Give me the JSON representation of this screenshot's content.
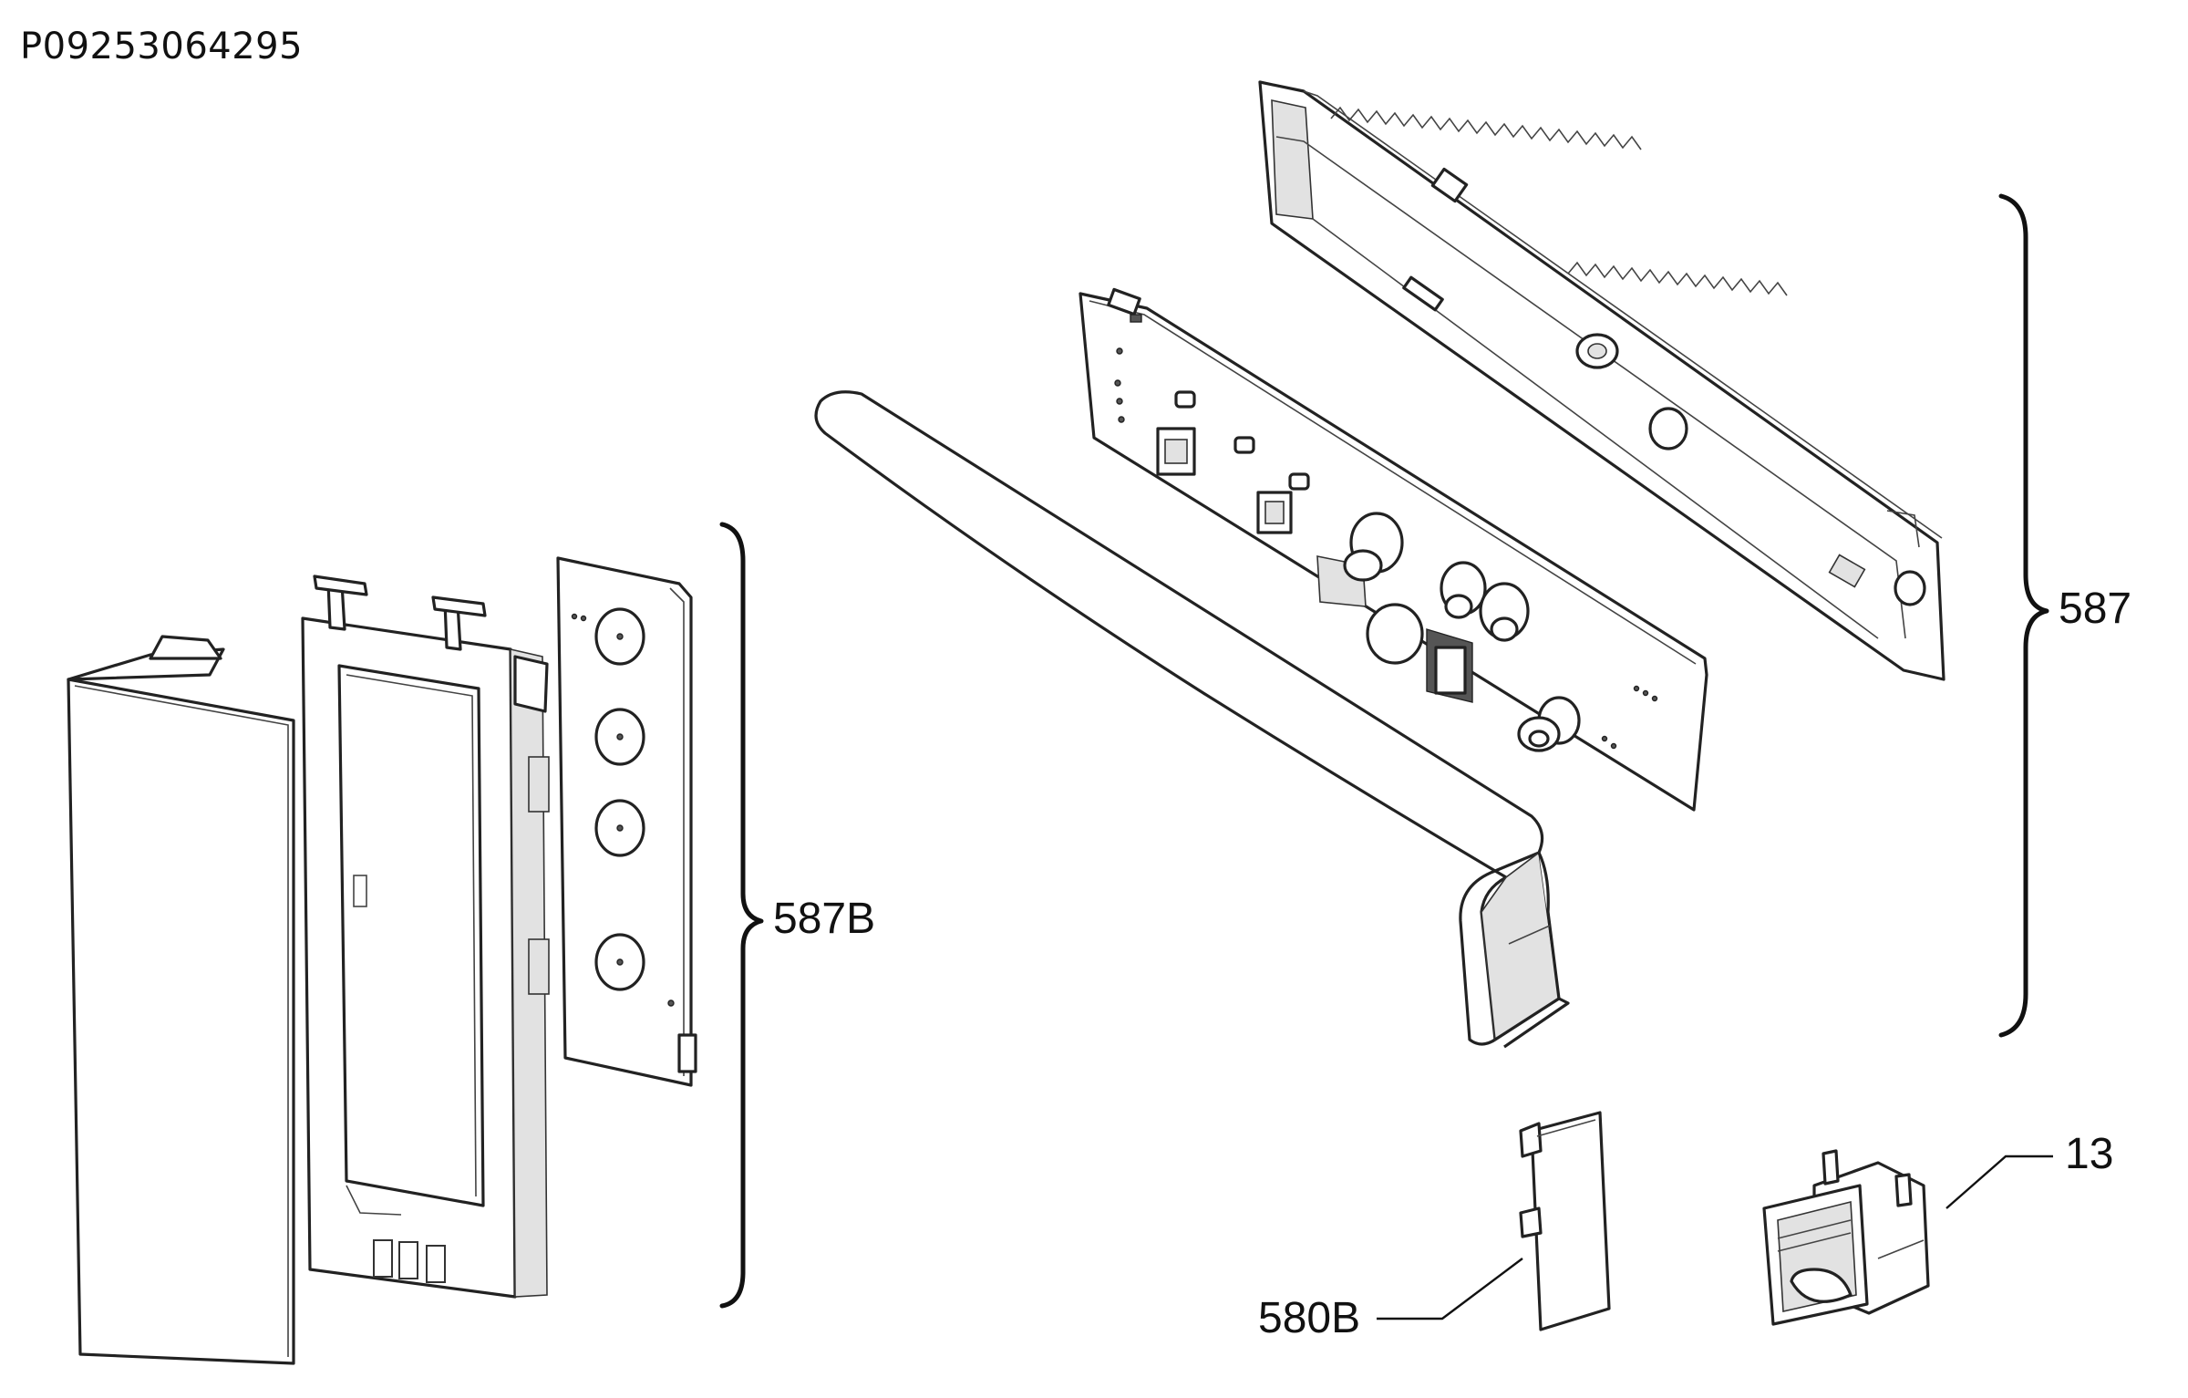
{
  "document": {
    "id": "P09253064295"
  },
  "callouts": {
    "c587": "587",
    "c587b": "587B",
    "c13": "13",
    "c580b": "580B"
  }
}
